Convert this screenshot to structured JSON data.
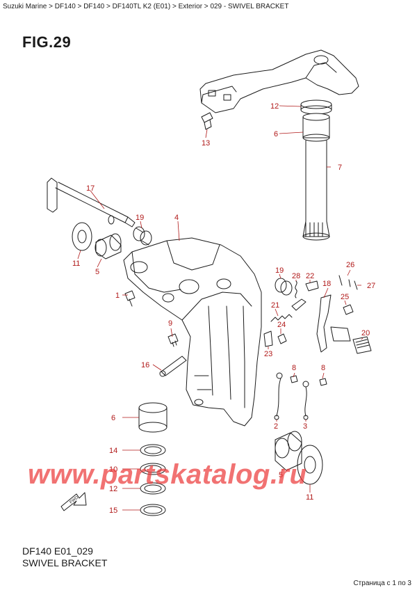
{
  "breadcrumb": [
    "Suzuki Marine",
    "DF140",
    "DF140",
    "DF140TL K2 (E01)",
    "Exterior",
    "029 - SWIVEL BRACKET"
  ],
  "breadcrumb_sep": " > ",
  "fig_title": "FIG.29",
  "footer": {
    "code": "DF140 E01_029",
    "name": "SWIVEL BRACKET"
  },
  "pager": "Страница с 1 по 3",
  "watermark": "www.partskatalog.ru",
  "callouts": [
    "12",
    "6",
    "13",
    "7",
    "17",
    "19",
    "4",
    "11",
    "5",
    "1",
    "19",
    "28",
    "22",
    "26",
    "18",
    "27",
    "25",
    "21",
    "24",
    "9",
    "23",
    "20",
    "16",
    "8",
    "8",
    "2",
    "3",
    "6",
    "14",
    "10",
    "12",
    "5",
    "15",
    "11"
  ],
  "fwd_label": "FWD",
  "colors": {
    "callout": "#b01818",
    "watermark": "#eb3c3c",
    "line": "#1a1a1a"
  }
}
